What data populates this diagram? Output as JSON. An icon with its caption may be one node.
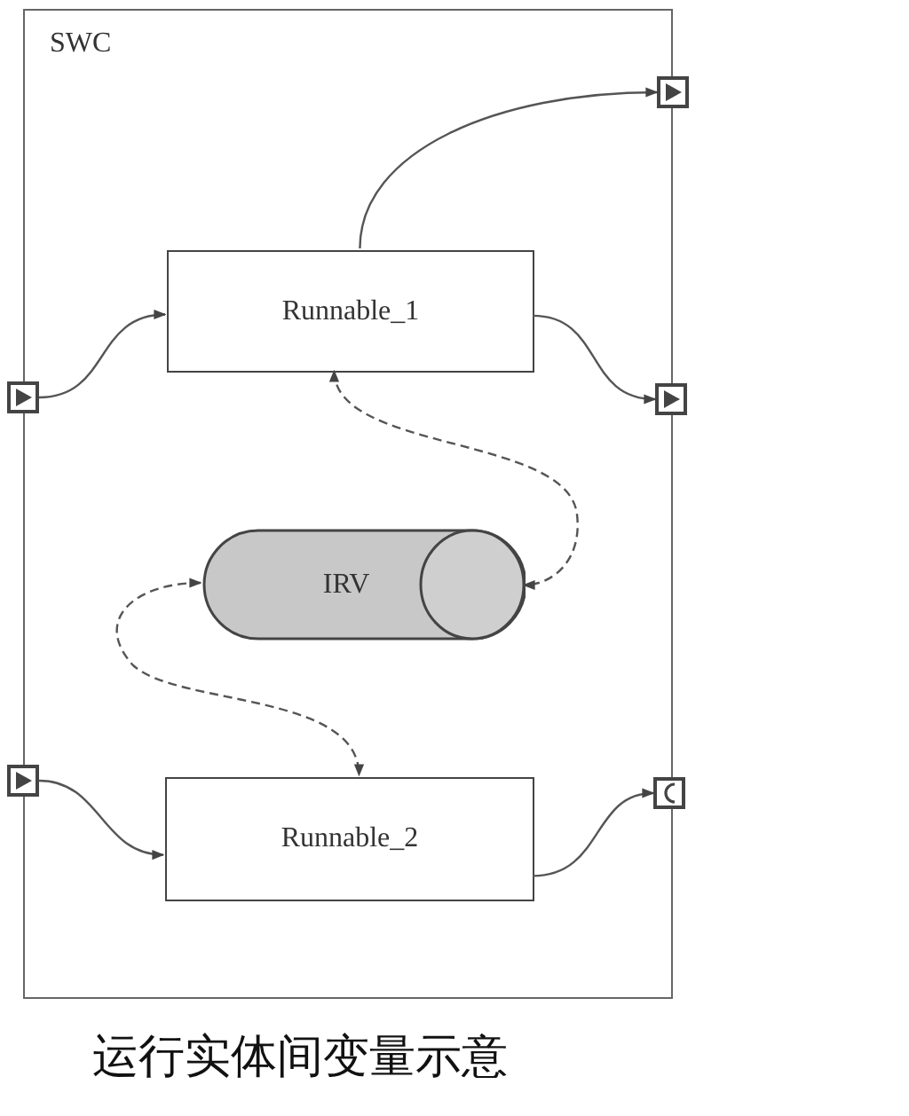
{
  "diagram": {
    "caption": "运行实体间变量示意",
    "nodes": [
      {
        "text": [
          "SWC"
        ]
      },
      {
        "text": [
          "Runnable_1"
        ],
        "in": 0
      },
      {
        "text": [
          "IRV"
        ],
        "in": 0
      },
      {
        "text": [
          "Runnable_2"
        ],
        "in": 0
      },
      {
        "text": [],
        "shape": "box"
      },
      {
        "text": [],
        "shape": "box"
      },
      {
        "text": [],
        "shape": "box"
      },
      {
        "text": [],
        "shape": "box"
      },
      {
        "text": [],
        "shape": "box"
      }
    ],
    "edges": [
      {
        "from": 1,
        "to": 4,
        "arrow": "to"
      },
      {
        "from": 5,
        "to": 1,
        "arrow": "to"
      },
      {
        "from": 1,
        "to": 6,
        "arrow": "to"
      },
      {
        "from": 1,
        "to": 2,
        "arrow": "both",
        "style": "dashed"
      },
      {
        "from": 2,
        "to": 3,
        "arrow": "both",
        "style": "dashed"
      },
      {
        "from": 7,
        "to": 3,
        "arrow": "to"
      },
      {
        "from": 3,
        "to": 8,
        "arrow": "to"
      }
    ]
  }
}
